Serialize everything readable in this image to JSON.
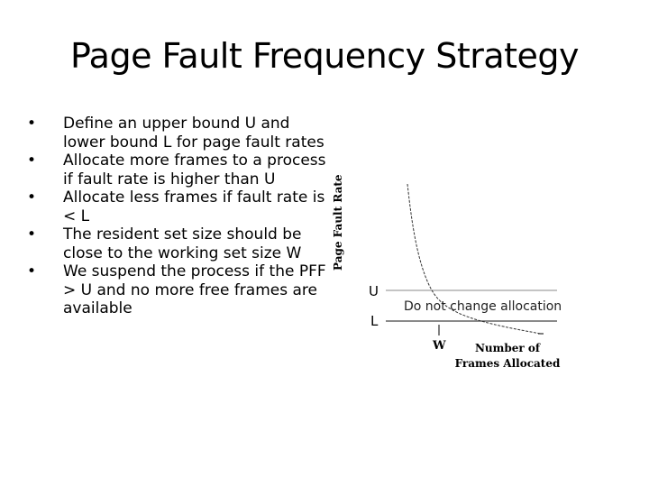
{
  "slide": {
    "title": "Page Fault Frequency Strategy",
    "bullets": [
      "Define an upper bound U and lower bound L for page fault rates",
      "Allocate more frames to a process if fault rate is higher than U",
      "Allocate less frames if fault rate is < L",
      "The resident set size should be close to the working set size W",
      "We suspend the process if the PFF > U and no more free frames are available"
    ]
  },
  "figure": {
    "ylabel": "Page Fault Rate",
    "xlabel_line1": "Number of",
    "xlabel_line2": "Frames Allocated",
    "upper_label": "U",
    "lower_label": "L",
    "w_label": "W",
    "annotation": "Do not change allocation"
  }
}
